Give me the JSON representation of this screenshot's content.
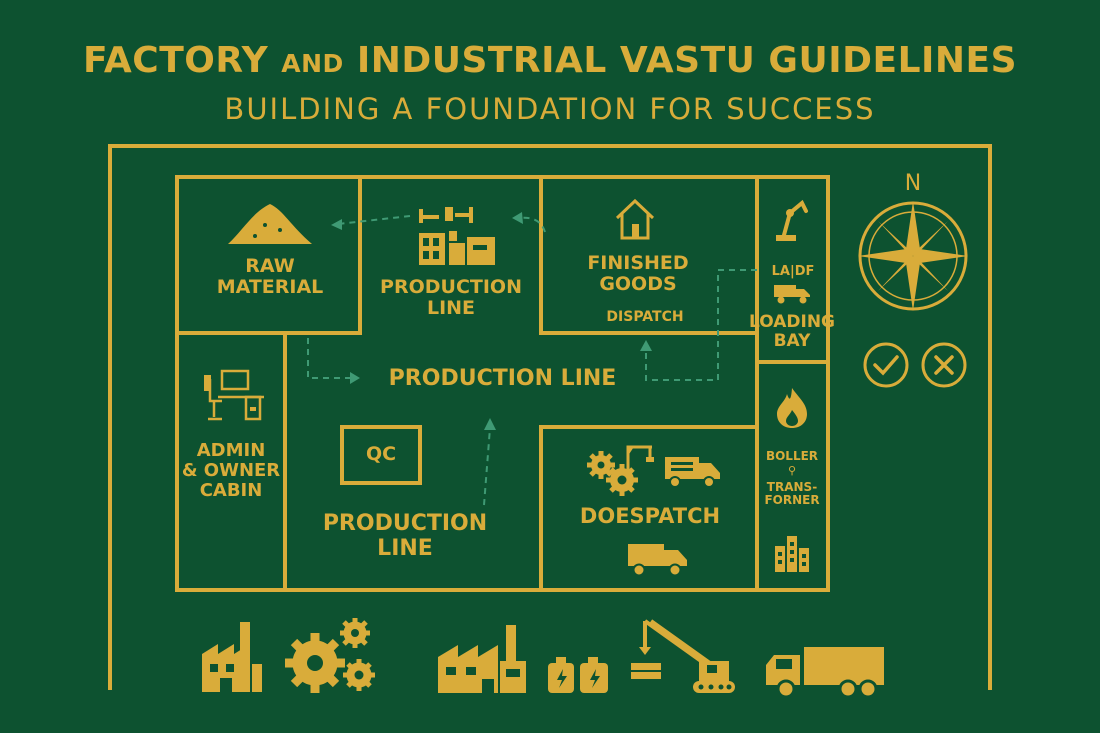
{
  "header": {
    "title_part1": "FACTORY",
    "title_and": "AND",
    "title_part2": "INDUSTRIAL VASTU GUIDELINES",
    "subtitle": "BUILDING A FOUNDATION FOR SUCCESS"
  },
  "zones": {
    "raw_material": "RAW\nMATERIAL",
    "production_top": "PRODUCTION\nLINE",
    "finished_goods": "FINISHED\nGOODS",
    "dispatch_small": "DISPATCH",
    "loading_sign": "LA|DF",
    "loading_bay": "LOADING\nBAY",
    "production_center": "PRODUCTION LINE",
    "admin": "ADMIN\n& OWNER\nCABIN",
    "qc": "QC",
    "production_bottom": "PRODUCTION\nLINE",
    "doespatch": "DOESPATCH",
    "boiler": "BOLLER",
    "transformer_symbol": "⚲",
    "transformer": "TRANS-\nFORNER"
  },
  "compass": {
    "north": "N"
  },
  "colors": {
    "background": "#0d5230",
    "gold": "#d9ac3a",
    "arrow": "#3f9a74"
  },
  "icons": [
    "sand-pile-icon",
    "production-machine-icon",
    "house-icon",
    "robot-arm-icon",
    "loading-truck-icon",
    "desk-chair-icon",
    "gears-icon",
    "crane-icon",
    "truck-icon",
    "fire-icon",
    "building-icon",
    "compass-icon",
    "check-icon",
    "cross-icon",
    "factory-icon",
    "battery-icon"
  ]
}
